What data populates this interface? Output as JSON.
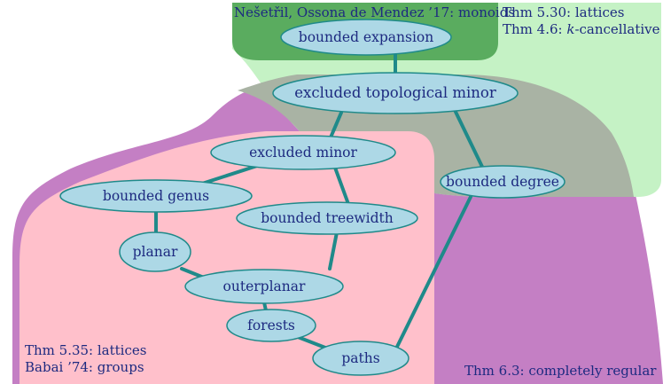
{
  "colors": {
    "purple_region": "#c47fc4",
    "pink_region": "#ffc0cb",
    "light_green_region": "#c5f2c5",
    "dark_green_region": "#5aac5f",
    "overlap_region": "#a9b3a4",
    "node_fill": "#add8e6",
    "edge": "#1f8a8a",
    "text": "#1d2a80"
  },
  "labels": {
    "nesetril": "Nešetřil, Ossona de Mendez ’17: monoids",
    "thm530": "Thm 5.30: lattices",
    "thm46_prefix": "Thm 4.6: ",
    "thm46_k": "k",
    "thm46_suffix": "-cancellative",
    "thm535": "Thm 5.35: lattices",
    "babai": "Babai ’74: groups",
    "thm63": "Thm 6.3: completely regular"
  },
  "nodes": {
    "bounded_expansion": "bounded expansion",
    "excluded_topological_minor": "excluded topological minor",
    "excluded_minor": "excluded minor",
    "bounded_degree": "bounded degree",
    "bounded_genus": "bounded genus",
    "bounded_treewidth": "bounded treewidth",
    "planar": "planar",
    "outerplanar": "outerplanar",
    "forests": "forests",
    "paths": "paths"
  }
}
